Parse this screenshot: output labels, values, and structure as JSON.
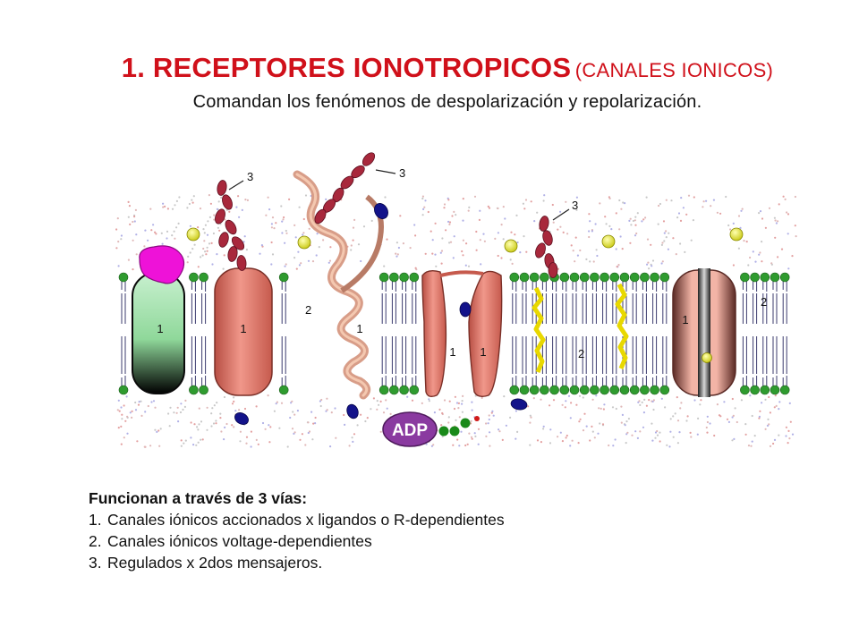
{
  "title": {
    "main": "1. RECEPTORES IONOTROPICOS",
    "sub": "(CANALES IONICOS)"
  },
  "subtitle": "Comandan los fenómenos de despolarización y repolarización.",
  "diagram": {
    "labels": {
      "one": "1",
      "two": "2",
      "three": "3",
      "adp": "ADP"
    },
    "colors": {
      "membrane_head": "#2f9b2f",
      "channel_pink": "#e58070",
      "channel_green": "#a8e8b0",
      "ligand_magenta": "#ee12d8",
      "chain_red": "#a8283c",
      "ion_yellow": "#e8e832",
      "ion_blue": "#13138a",
      "adp_purple": "#8a3aa0"
    }
  },
  "info": {
    "heading": "Funcionan a través de 3 vías:",
    "items": [
      {
        "num": "1.",
        "text": "Canales iónicos accionados x ligandos o R-dependientes"
      },
      {
        "num": "2.",
        "text": "Canales iónicos voltage-dependientes"
      },
      {
        "num": "3.",
        "text": "Regulados x 2dos mensajeros."
      }
    ]
  }
}
